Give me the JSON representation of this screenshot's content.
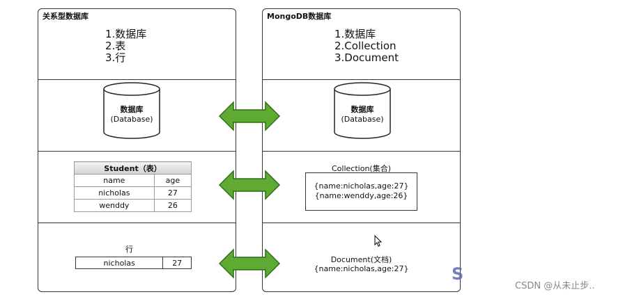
{
  "left_panel": {
    "title": "关系型数据库",
    "headings": [
      "1.数据库",
      "2.表",
      "3.行"
    ],
    "db": {
      "name": "数据库",
      "sub": "(Database)"
    },
    "table": {
      "caption": "Student（表）",
      "columns": [
        "name",
        "age"
      ],
      "rows": [
        [
          "nicholas",
          "27"
        ],
        [
          "wenddy",
          "26"
        ]
      ]
    },
    "row": {
      "label": "行",
      "cells": [
        "nicholas",
        "27"
      ]
    }
  },
  "right_panel": {
    "title": "MongoDB数据库",
    "headings": [
      "1.数据库",
      "2.Collection",
      "3.Document"
    ],
    "db": {
      "name": "数据库",
      "sub": "(Database)"
    },
    "collection": {
      "title": "Collection(集合)",
      "docs": [
        "{name:nicholas,age:27}",
        "{name:wenddy,age:26}"
      ]
    },
    "document": {
      "title": "Document(文档)",
      "content": "{name:nicholas,age:27}"
    }
  },
  "colors": {
    "arrow_fill": "#5faa32",
    "arrow_stroke": "#2f6e19",
    "border": "#333333"
  },
  "icons": [
    "cylinder-icon",
    "double-arrow-icon",
    "mouse-cursor-icon"
  ],
  "logo_text": "S",
  "watermark": "CSDN @从未止步.."
}
